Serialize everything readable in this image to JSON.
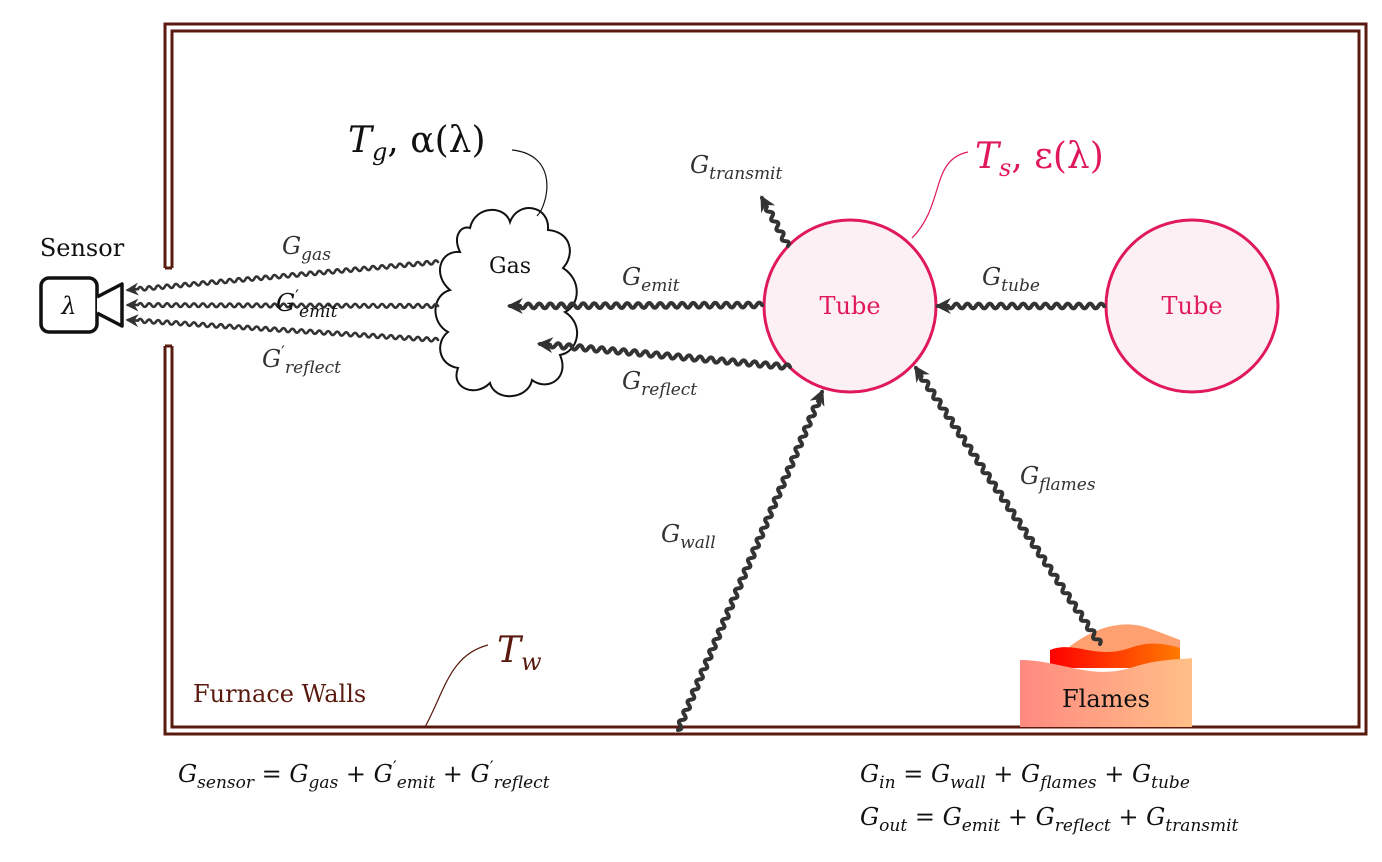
{
  "colors": {
    "wall": "#5a1a0f",
    "tube_stroke": "#e0195e",
    "tube_fill": "#fdf0f4",
    "arrow": "#333333",
    "flame_light": "#ffb38a",
    "flame_dark": "#ff0000"
  },
  "icons": {
    "sensor": "camera-sensor-icon",
    "gas": "cloud-shape",
    "flames": "flame-shape"
  },
  "sensor": {
    "title": "Sensor",
    "symbol": "λ"
  },
  "gas": {
    "label": "Gas",
    "callout_main": "T",
    "callout_sub": "g",
    "callout_rest": ", α(λ)"
  },
  "tube_left": {
    "label": "Tube",
    "callout_main": "T",
    "callout_sub": "s",
    "callout_rest": ", ε(λ)"
  },
  "tube_right": {
    "label": "Tube"
  },
  "flames": {
    "label": "Flames"
  },
  "walls": {
    "label": "Furnace Walls",
    "callout_main": "T",
    "callout_sub": "w"
  },
  "rays": {
    "g_gas": {
      "main": "G",
      "sub": "gas"
    },
    "g_emit_prime": {
      "main": "G",
      "prime": "′",
      "sub": "emit"
    },
    "g_reflect_prime": {
      "main": "G",
      "prime": "′",
      "sub": "reflect"
    },
    "g_emit": {
      "main": "G",
      "sub": "emit"
    },
    "g_reflect": {
      "main": "G",
      "sub": "reflect"
    },
    "g_transmit": {
      "main": "G",
      "sub": "transmit"
    },
    "g_tube": {
      "main": "G",
      "sub": "tube"
    },
    "g_wall": {
      "main": "G",
      "sub": "wall"
    },
    "g_flames": {
      "main": "G",
      "sub": "flames"
    }
  },
  "equations": {
    "sensor": {
      "lhs_main": "G",
      "lhs_sub": "sensor",
      "eq": " = ",
      "t1_main": "G",
      "t1_sub": "gas",
      "plus1": " + ",
      "t2_main": "G",
      "t2_prime": "′",
      "t2_sub": "emit",
      "plus2": " + ",
      "t3_main": "G",
      "t3_prime": "′",
      "t3_sub": "reflect"
    },
    "in": {
      "lhs_main": "G",
      "lhs_sub": "in",
      "eq": " = ",
      "t1_main": "G",
      "t1_sub": "wall",
      "plus1": " + ",
      "t2_main": "G",
      "t2_sub": "flames",
      "plus2": " + ",
      "t3_main": "G",
      "t3_sub": "tube"
    },
    "out": {
      "lhs_main": "G",
      "lhs_sub": "out",
      "eq": " = ",
      "t1_main": "G",
      "t1_sub": "emit",
      "plus1": " + ",
      "t2_main": "G",
      "t2_sub": "reflect",
      "plus2": " + ",
      "t3_main": "G",
      "t3_sub": "transmit"
    }
  }
}
